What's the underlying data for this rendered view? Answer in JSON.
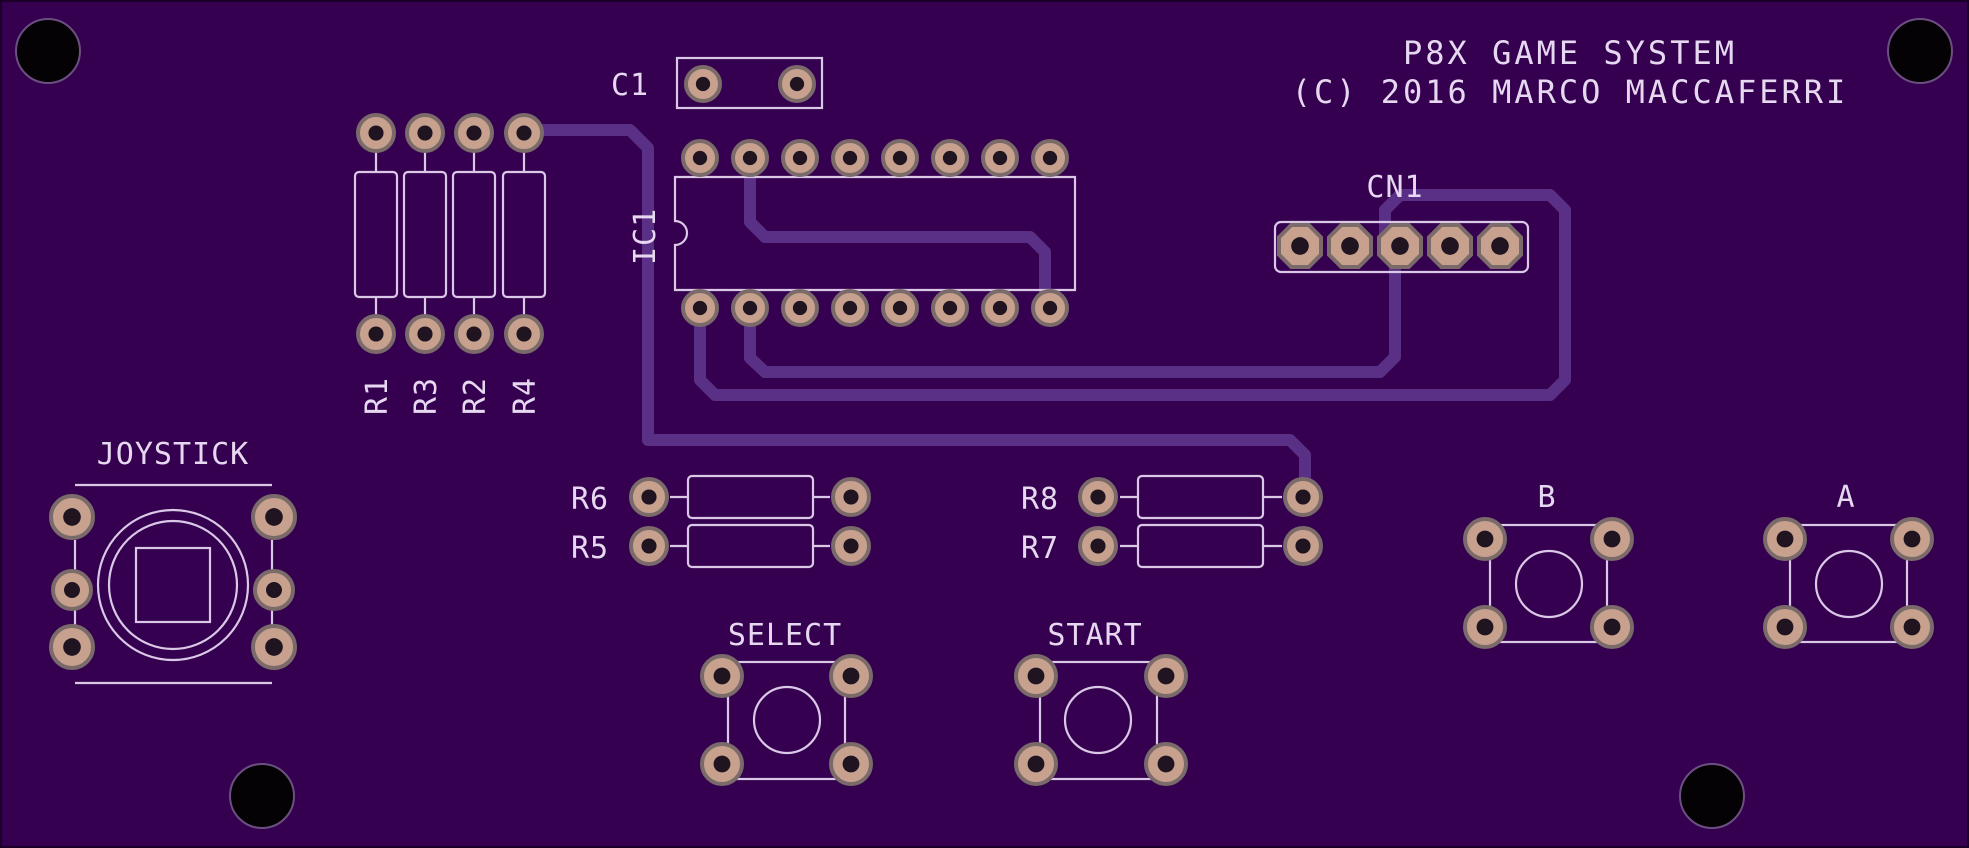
{
  "board": {
    "colors": {
      "substrate": "#35004f",
      "edge": "#1a0028",
      "trace": "#5a2f86",
      "silkscreen": "#d9c8e6",
      "pad_copper": "#c7a18e",
      "pad_ring": "#7a6a6a",
      "drill": "#1f1420",
      "mount_hole": "#050205"
    },
    "title_line1": "P8X GAME SYSTEM",
    "title_line2": "(C) 2016 MARCO MACCAFERRI",
    "labels": {
      "c1": "C1",
      "ic1": "IC1",
      "cn1": "CN1",
      "r1": "R1",
      "r2": "R2",
      "r3": "R3",
      "r4": "R4",
      "r5": "R5",
      "r6": "R6",
      "r7": "R7",
      "r8": "R8",
      "joystick": "JOYSTICK",
      "select": "SELECT",
      "start": "START",
      "b": "B",
      "a": "A"
    }
  }
}
